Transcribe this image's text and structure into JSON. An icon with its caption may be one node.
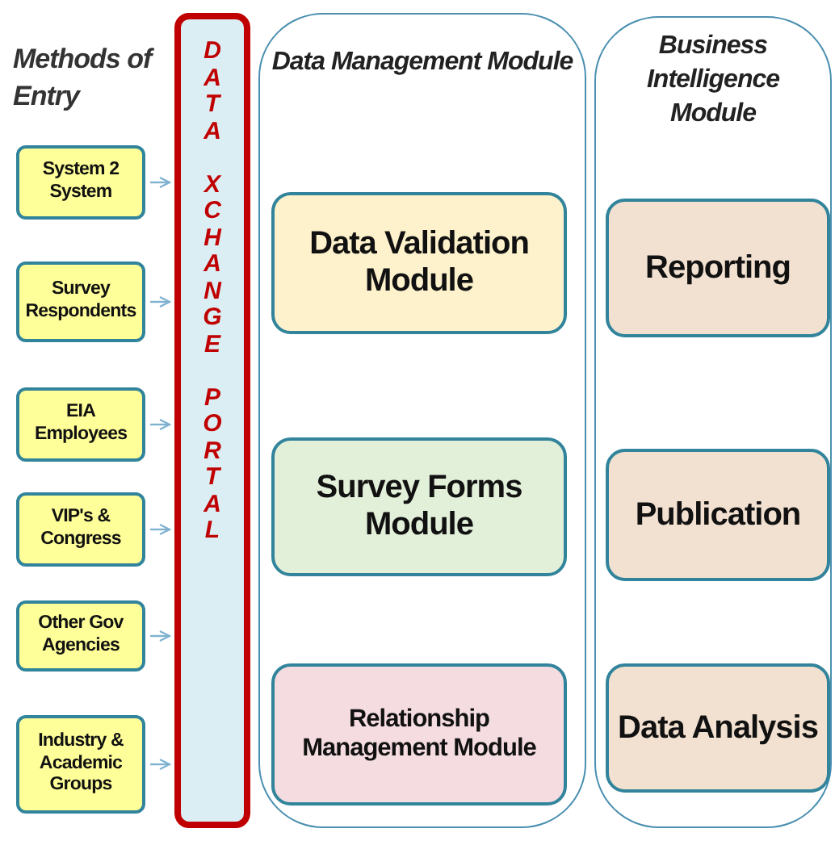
{
  "diagram": {
    "nodes": [
      {
        "text": [
          "System 2 System"
        ]
      },
      {
        "text": [
          "Survey Respondents"
        ]
      },
      {
        "text": [
          "EIA Employees"
        ]
      },
      {
        "text": [
          "VIP's & Congress"
        ]
      },
      {
        "text": [
          "Other Gov Agencies"
        ]
      },
      {
        "text": [
          "Industry & Academic Groups"
        ]
      },
      {
        "text": [
          "DATA XCHANGE PORTAL"
        ]
      },
      {
        "text": [
          "Data Management Module"
        ]
      },
      {
        "text": [
          "Data Validation Module"
        ],
        "in": 7
      },
      {
        "text": [
          "Survey Forms Module"
        ],
        "in": 7
      },
      {
        "text": [
          "Relationship Management Module"
        ],
        "in": 7
      },
      {
        "text": [
          "Business Intelligence Module"
        ]
      },
      {
        "text": [
          "Reporting"
        ],
        "in": 11
      },
      {
        "text": [
          "Publication"
        ],
        "in": 11
      },
      {
        "text": [
          "Data Analysis"
        ],
        "in": 11
      }
    ],
    "edges": [
      {
        "from": 0,
        "to": 6,
        "arrow": "to"
      },
      {
        "from": 1,
        "to": 6,
        "arrow": "to"
      },
      {
        "from": 2,
        "to": 6,
        "arrow": "to"
      },
      {
        "from": 3,
        "to": 6,
        "arrow": "to"
      },
      {
        "from": 4,
        "to": 6,
        "arrow": "to"
      },
      {
        "from": 5,
        "to": 6,
        "arrow": "to"
      }
    ],
    "labels": [
      "Methods of Entry"
    ]
  }
}
